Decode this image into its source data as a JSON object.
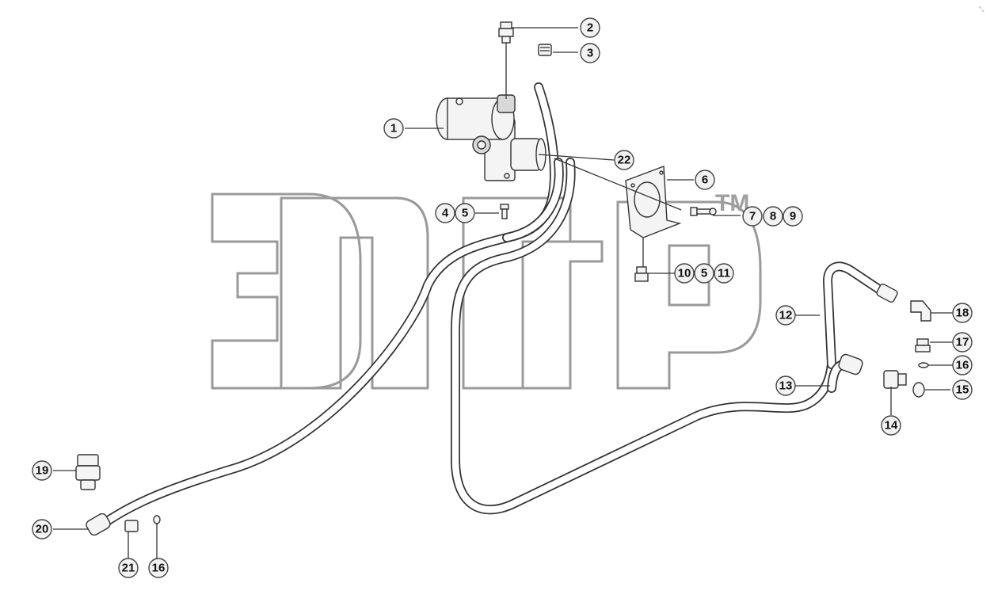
{
  "watermark": {
    "trademark": "TM"
  },
  "corner_mark": "⤡",
  "callouts": [
    {
      "id": "c1",
      "label": "1"
    },
    {
      "id": "c2",
      "label": "2"
    },
    {
      "id": "c3",
      "label": "3"
    },
    {
      "id": "c4",
      "label": "4"
    },
    {
      "id": "c5a",
      "label": "5"
    },
    {
      "id": "c6",
      "label": "6"
    },
    {
      "id": "c7",
      "label": "7"
    },
    {
      "id": "c8",
      "label": "8"
    },
    {
      "id": "c9",
      "label": "9"
    },
    {
      "id": "c10",
      "label": "10"
    },
    {
      "id": "c5b",
      "label": "5"
    },
    {
      "id": "c11",
      "label": "11"
    },
    {
      "id": "c12",
      "label": "12"
    },
    {
      "id": "c13",
      "label": "13"
    },
    {
      "id": "c14",
      "label": "14"
    },
    {
      "id": "c15",
      "label": "15"
    },
    {
      "id": "c16a",
      "label": "16"
    },
    {
      "id": "c17",
      "label": "17"
    },
    {
      "id": "c18",
      "label": "18"
    },
    {
      "id": "c19",
      "label": "19"
    },
    {
      "id": "c20",
      "label": "20"
    },
    {
      "id": "c21",
      "label": "21"
    },
    {
      "id": "c16b",
      "label": "16"
    },
    {
      "id": "c22",
      "label": "22"
    }
  ]
}
